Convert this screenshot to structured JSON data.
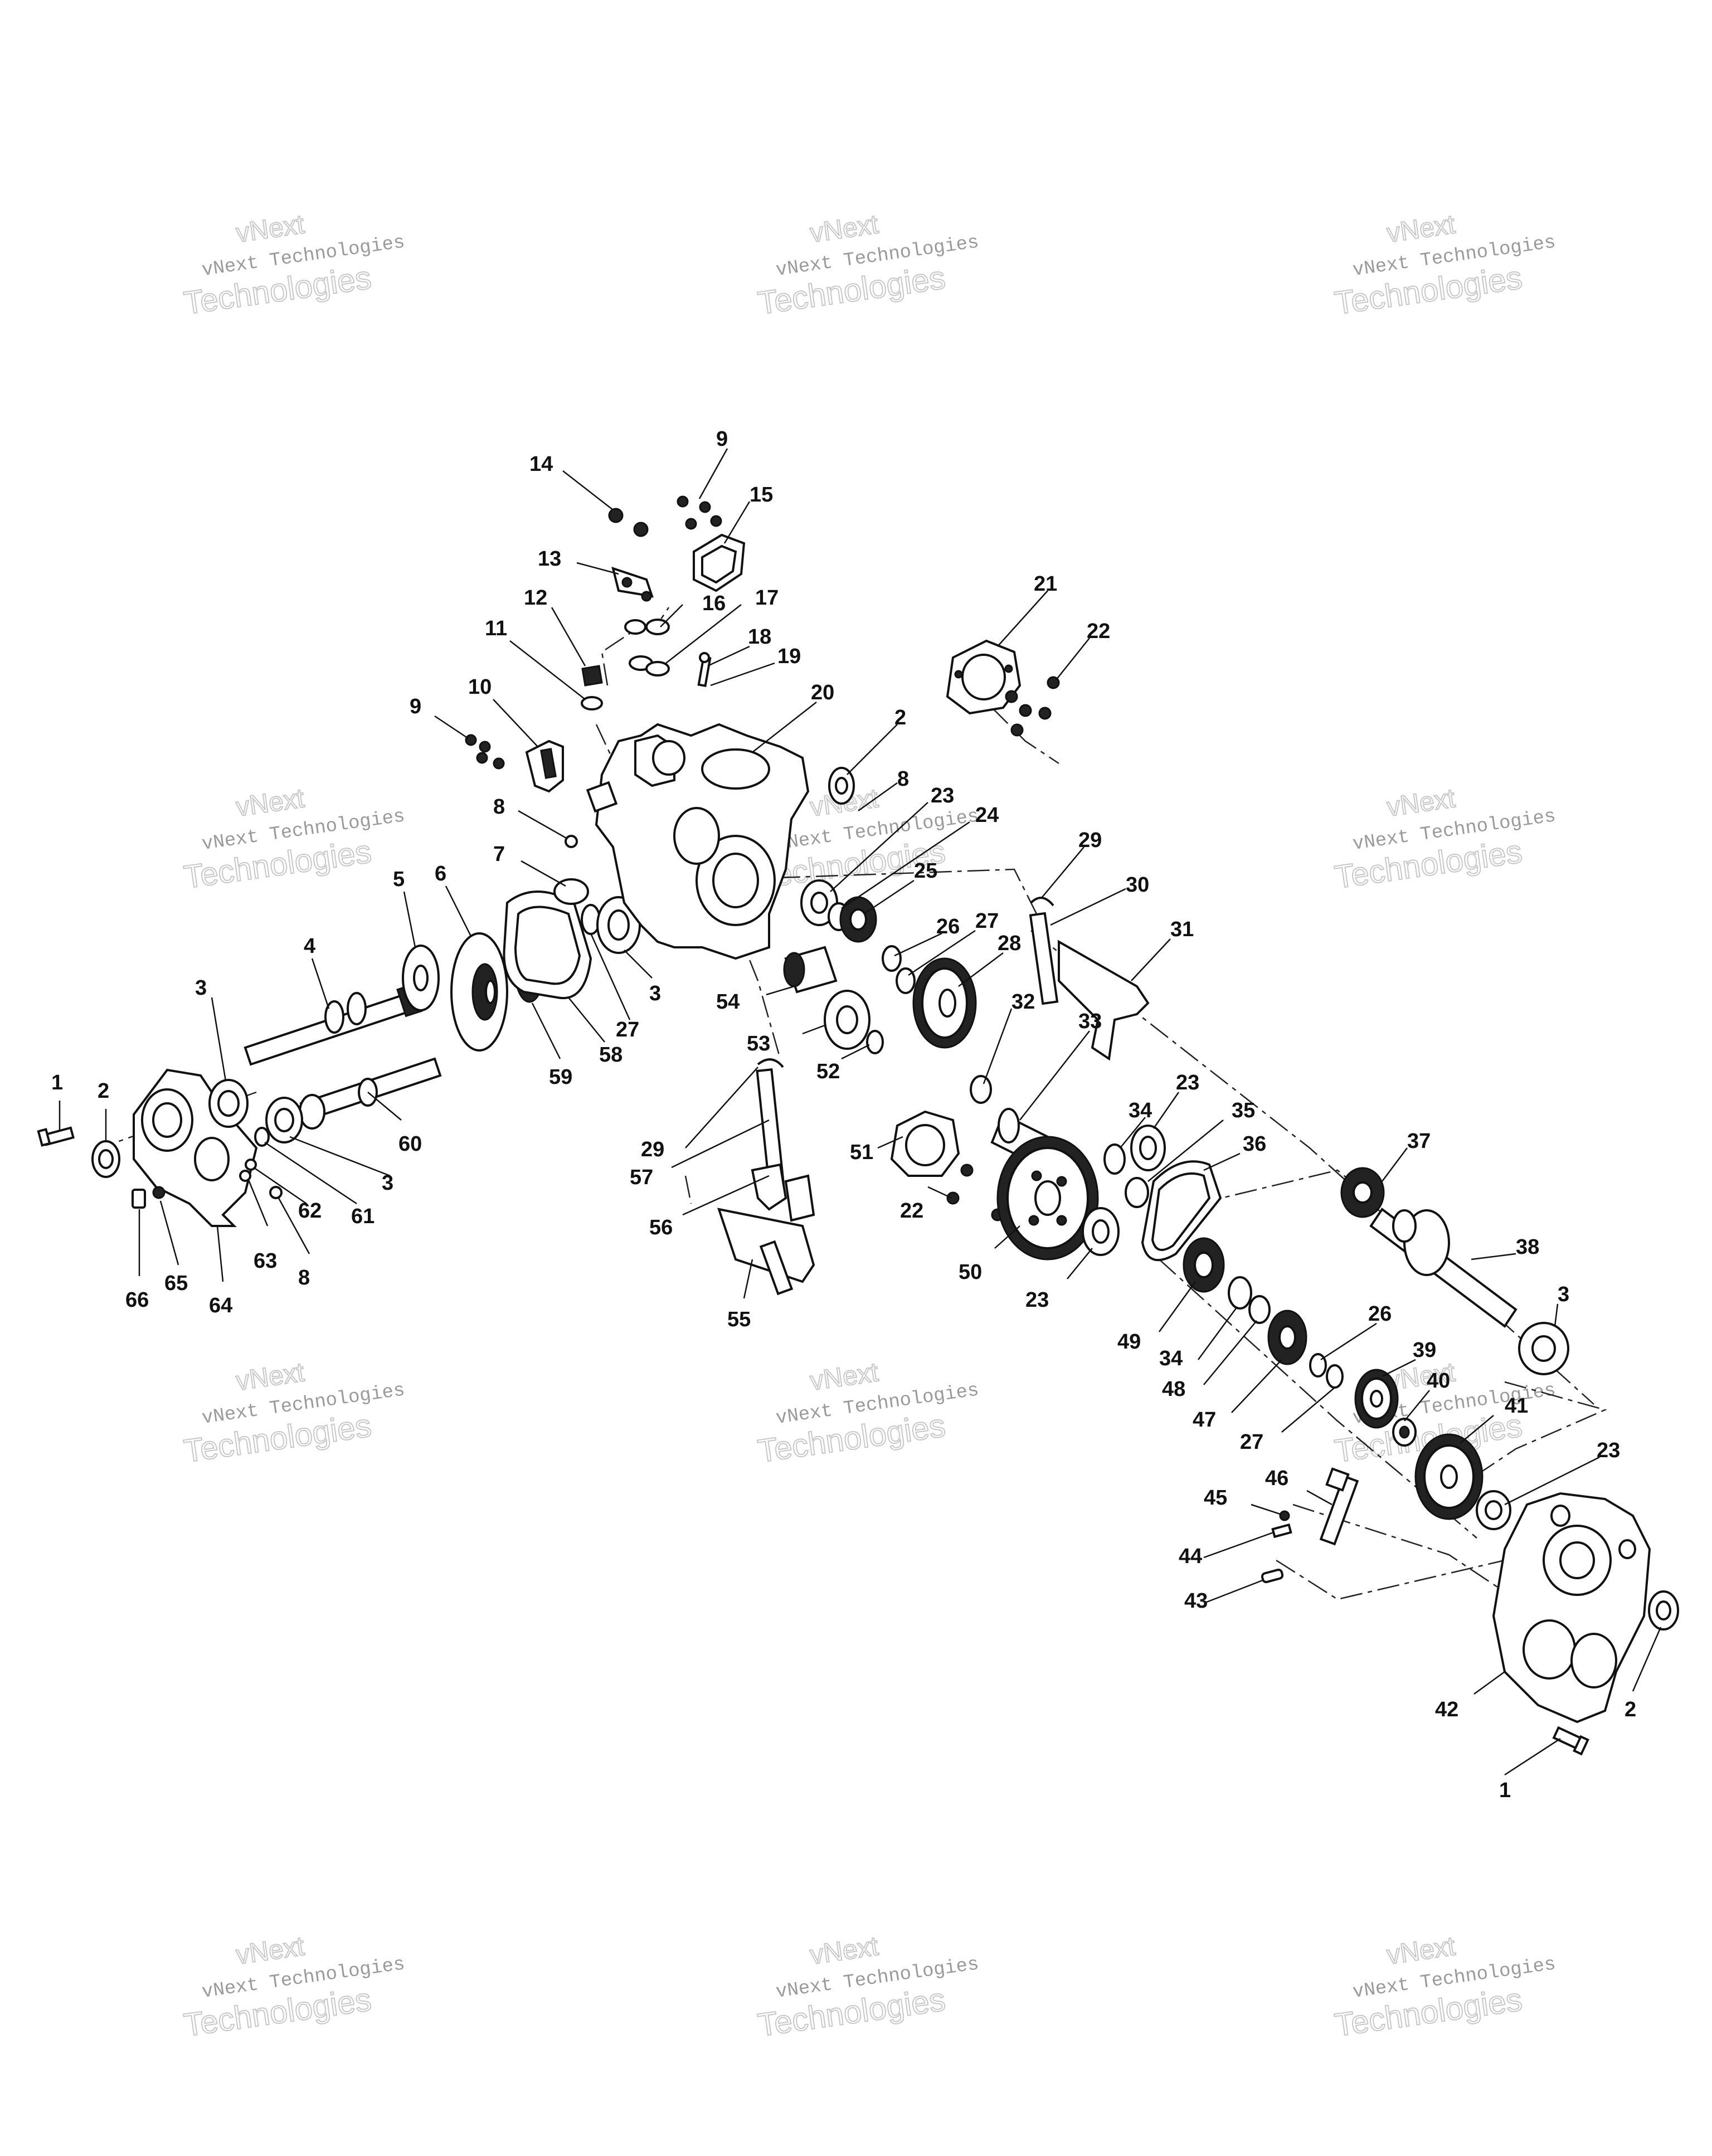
{
  "watermark": {
    "line0": "vNext",
    "line1": "vNext Technologies",
    "line2": "Technologies"
  },
  "callouts": [
    {
      "id": "c1a",
      "text": "1"
    },
    {
      "id": "c2a",
      "text": "2"
    },
    {
      "id": "c3a",
      "text": "3"
    },
    {
      "id": "c4",
      "text": "4"
    },
    {
      "id": "c5",
      "text": "5"
    },
    {
      "id": "c6",
      "text": "6"
    },
    {
      "id": "c7",
      "text": "7"
    },
    {
      "id": "c8a",
      "text": "8"
    },
    {
      "id": "c9a",
      "text": "9"
    },
    {
      "id": "c9b",
      "text": "9"
    },
    {
      "id": "c10",
      "text": "10"
    },
    {
      "id": "c11",
      "text": "11"
    },
    {
      "id": "c12",
      "text": "12"
    },
    {
      "id": "c13",
      "text": "13"
    },
    {
      "id": "c14",
      "text": "14"
    },
    {
      "id": "c15",
      "text": "15"
    },
    {
      "id": "c16",
      "text": "16"
    },
    {
      "id": "c17",
      "text": "17"
    },
    {
      "id": "c18",
      "text": "18"
    },
    {
      "id": "c19",
      "text": "19"
    },
    {
      "id": "c20",
      "text": "20"
    },
    {
      "id": "c2b",
      "text": "2"
    },
    {
      "id": "c8b",
      "text": "8"
    },
    {
      "id": "c23a",
      "text": "23"
    },
    {
      "id": "c24",
      "text": "24"
    },
    {
      "id": "c21",
      "text": "21"
    },
    {
      "id": "c22a",
      "text": "22"
    },
    {
      "id": "c29a",
      "text": "29"
    },
    {
      "id": "c30",
      "text": "30"
    },
    {
      "id": "c31",
      "text": "31"
    },
    {
      "id": "c25",
      "text": "25"
    },
    {
      "id": "c26a",
      "text": "26"
    },
    {
      "id": "c27a",
      "text": "27"
    },
    {
      "id": "c28",
      "text": "28"
    },
    {
      "id": "c32",
      "text": "32"
    },
    {
      "id": "c33",
      "text": "33"
    },
    {
      "id": "c3b",
      "text": "3"
    },
    {
      "id": "c27b",
      "text": "27"
    },
    {
      "id": "c58",
      "text": "58"
    },
    {
      "id": "c59",
      "text": "59"
    },
    {
      "id": "c54",
      "text": "54"
    },
    {
      "id": "c53",
      "text": "53"
    },
    {
      "id": "c52",
      "text": "52"
    },
    {
      "id": "c29b",
      "text": "29"
    },
    {
      "id": "c57",
      "text": "57"
    },
    {
      "id": "c56",
      "text": "56"
    },
    {
      "id": "c55",
      "text": "55"
    },
    {
      "id": "c51",
      "text": "51"
    },
    {
      "id": "c22b",
      "text": "22"
    },
    {
      "id": "c50",
      "text": "50"
    },
    {
      "id": "c23b",
      "text": "23"
    },
    {
      "id": "c34a",
      "text": "34"
    },
    {
      "id": "c23c",
      "text": "23"
    },
    {
      "id": "c35",
      "text": "35"
    },
    {
      "id": "c36",
      "text": "36"
    },
    {
      "id": "c37",
      "text": "37"
    },
    {
      "id": "c38",
      "text": "38"
    },
    {
      "id": "c3c",
      "text": "3"
    },
    {
      "id": "c49",
      "text": "49"
    },
    {
      "id": "c34b",
      "text": "34"
    },
    {
      "id": "c48",
      "text": "48"
    },
    {
      "id": "c47",
      "text": "47"
    },
    {
      "id": "c26b",
      "text": "26"
    },
    {
      "id": "c27c",
      "text": "27"
    },
    {
      "id": "c39",
      "text": "39"
    },
    {
      "id": "c40",
      "text": "40"
    },
    {
      "id": "c41",
      "text": "41"
    },
    {
      "id": "c23d",
      "text": "23"
    },
    {
      "id": "c46",
      "text": "46"
    },
    {
      "id": "c45",
      "text": "45"
    },
    {
      "id": "c44",
      "text": "44"
    },
    {
      "id": "c43",
      "text": "43"
    },
    {
      "id": "c42",
      "text": "42"
    },
    {
      "id": "c2c",
      "text": "2"
    },
    {
      "id": "c1b",
      "text": "1"
    },
    {
      "id": "c60",
      "text": "60"
    },
    {
      "id": "c3d",
      "text": "3"
    },
    {
      "id": "c61",
      "text": "61"
    },
    {
      "id": "c62",
      "text": "62"
    },
    {
      "id": "c63",
      "text": "63"
    },
    {
      "id": "c8c",
      "text": "8"
    },
    {
      "id": "c64",
      "text": "64"
    },
    {
      "id": "c65",
      "text": "65"
    },
    {
      "id": "c66",
      "text": "66"
    }
  ]
}
